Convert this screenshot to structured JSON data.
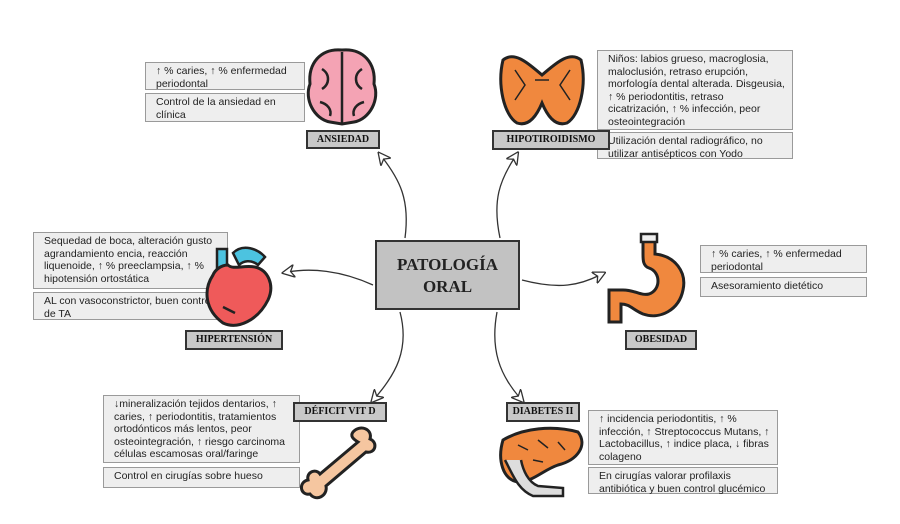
{
  "center": {
    "line1": "PATOLOGÍA",
    "line2": "ORAL"
  },
  "ansiedad": {
    "label": "ANSIEDAD",
    "effects": "↑ % caries,  ↑ % enfermedad periodontal",
    "management": "Control de la ansiedad en clínica",
    "icon": "brain-icon"
  },
  "hipotiroidismo": {
    "label": "HIPOTIROIDISMO",
    "effects": "Niños: labios grueso, macroglosia, maloclusión, retraso erupción, morfología dental alterada. Disgeusia,  ↑ % periodontitis, retraso cicatrización,  ↑ % infección, peor osteointegración",
    "management": "Utilización dental radiográfico, no utilizar antisépticos con Yodo",
    "icon": "thyroid-icon"
  },
  "hipertension": {
    "label": "HIPERTENSIÓN",
    "effects": "Sequedad de boca, alteración gusto agrandamiento encia, reacción liquenoide, ↑ % preeclampsia, ↑ % hipotensión ortostática",
    "management": "AL con vasoconstrictor, buen control de TA",
    "icon": "heart-icon"
  },
  "obesidad": {
    "label": "OBESIDAD",
    "effects": "↑ % caries,  ↑ % enfermedad periodontal",
    "management": "Asesoramiento dietético",
    "icon": "stomach-icon"
  },
  "deficit_vit_d": {
    "label": "DÉFICIT VIT D",
    "effects": "↓mineralización tejidos dentarios, ↑ caries, ↑ periodontitis, tratamientos ortodónticos más lentos, peor osteointegración, ↑ riesgo carcinoma células escamosas oral/faringe",
    "management": "Control en cirugías sobre hueso",
    "icon": "bone-icon"
  },
  "diabetes": {
    "label": "DIABETES II",
    "effects": "↑ incidencia periodontitis, ↑ % infección, ↑ Streptococcus Mutans, ↑ Lactobacillus, ↑ indice placa, ↓ fibras colageno",
    "management": "En cirugías valorar profilaxis antibiótica y buen control glucémico",
    "icon": "pancreas-icon"
  },
  "colors": {
    "box_bg": "#eeeeee",
    "label_bg": "#c8c8c8",
    "brain": "#f4a3b4",
    "organ": "#f0883e",
    "heart": "#ef5a5a",
    "bone": "#f5c6a0"
  }
}
